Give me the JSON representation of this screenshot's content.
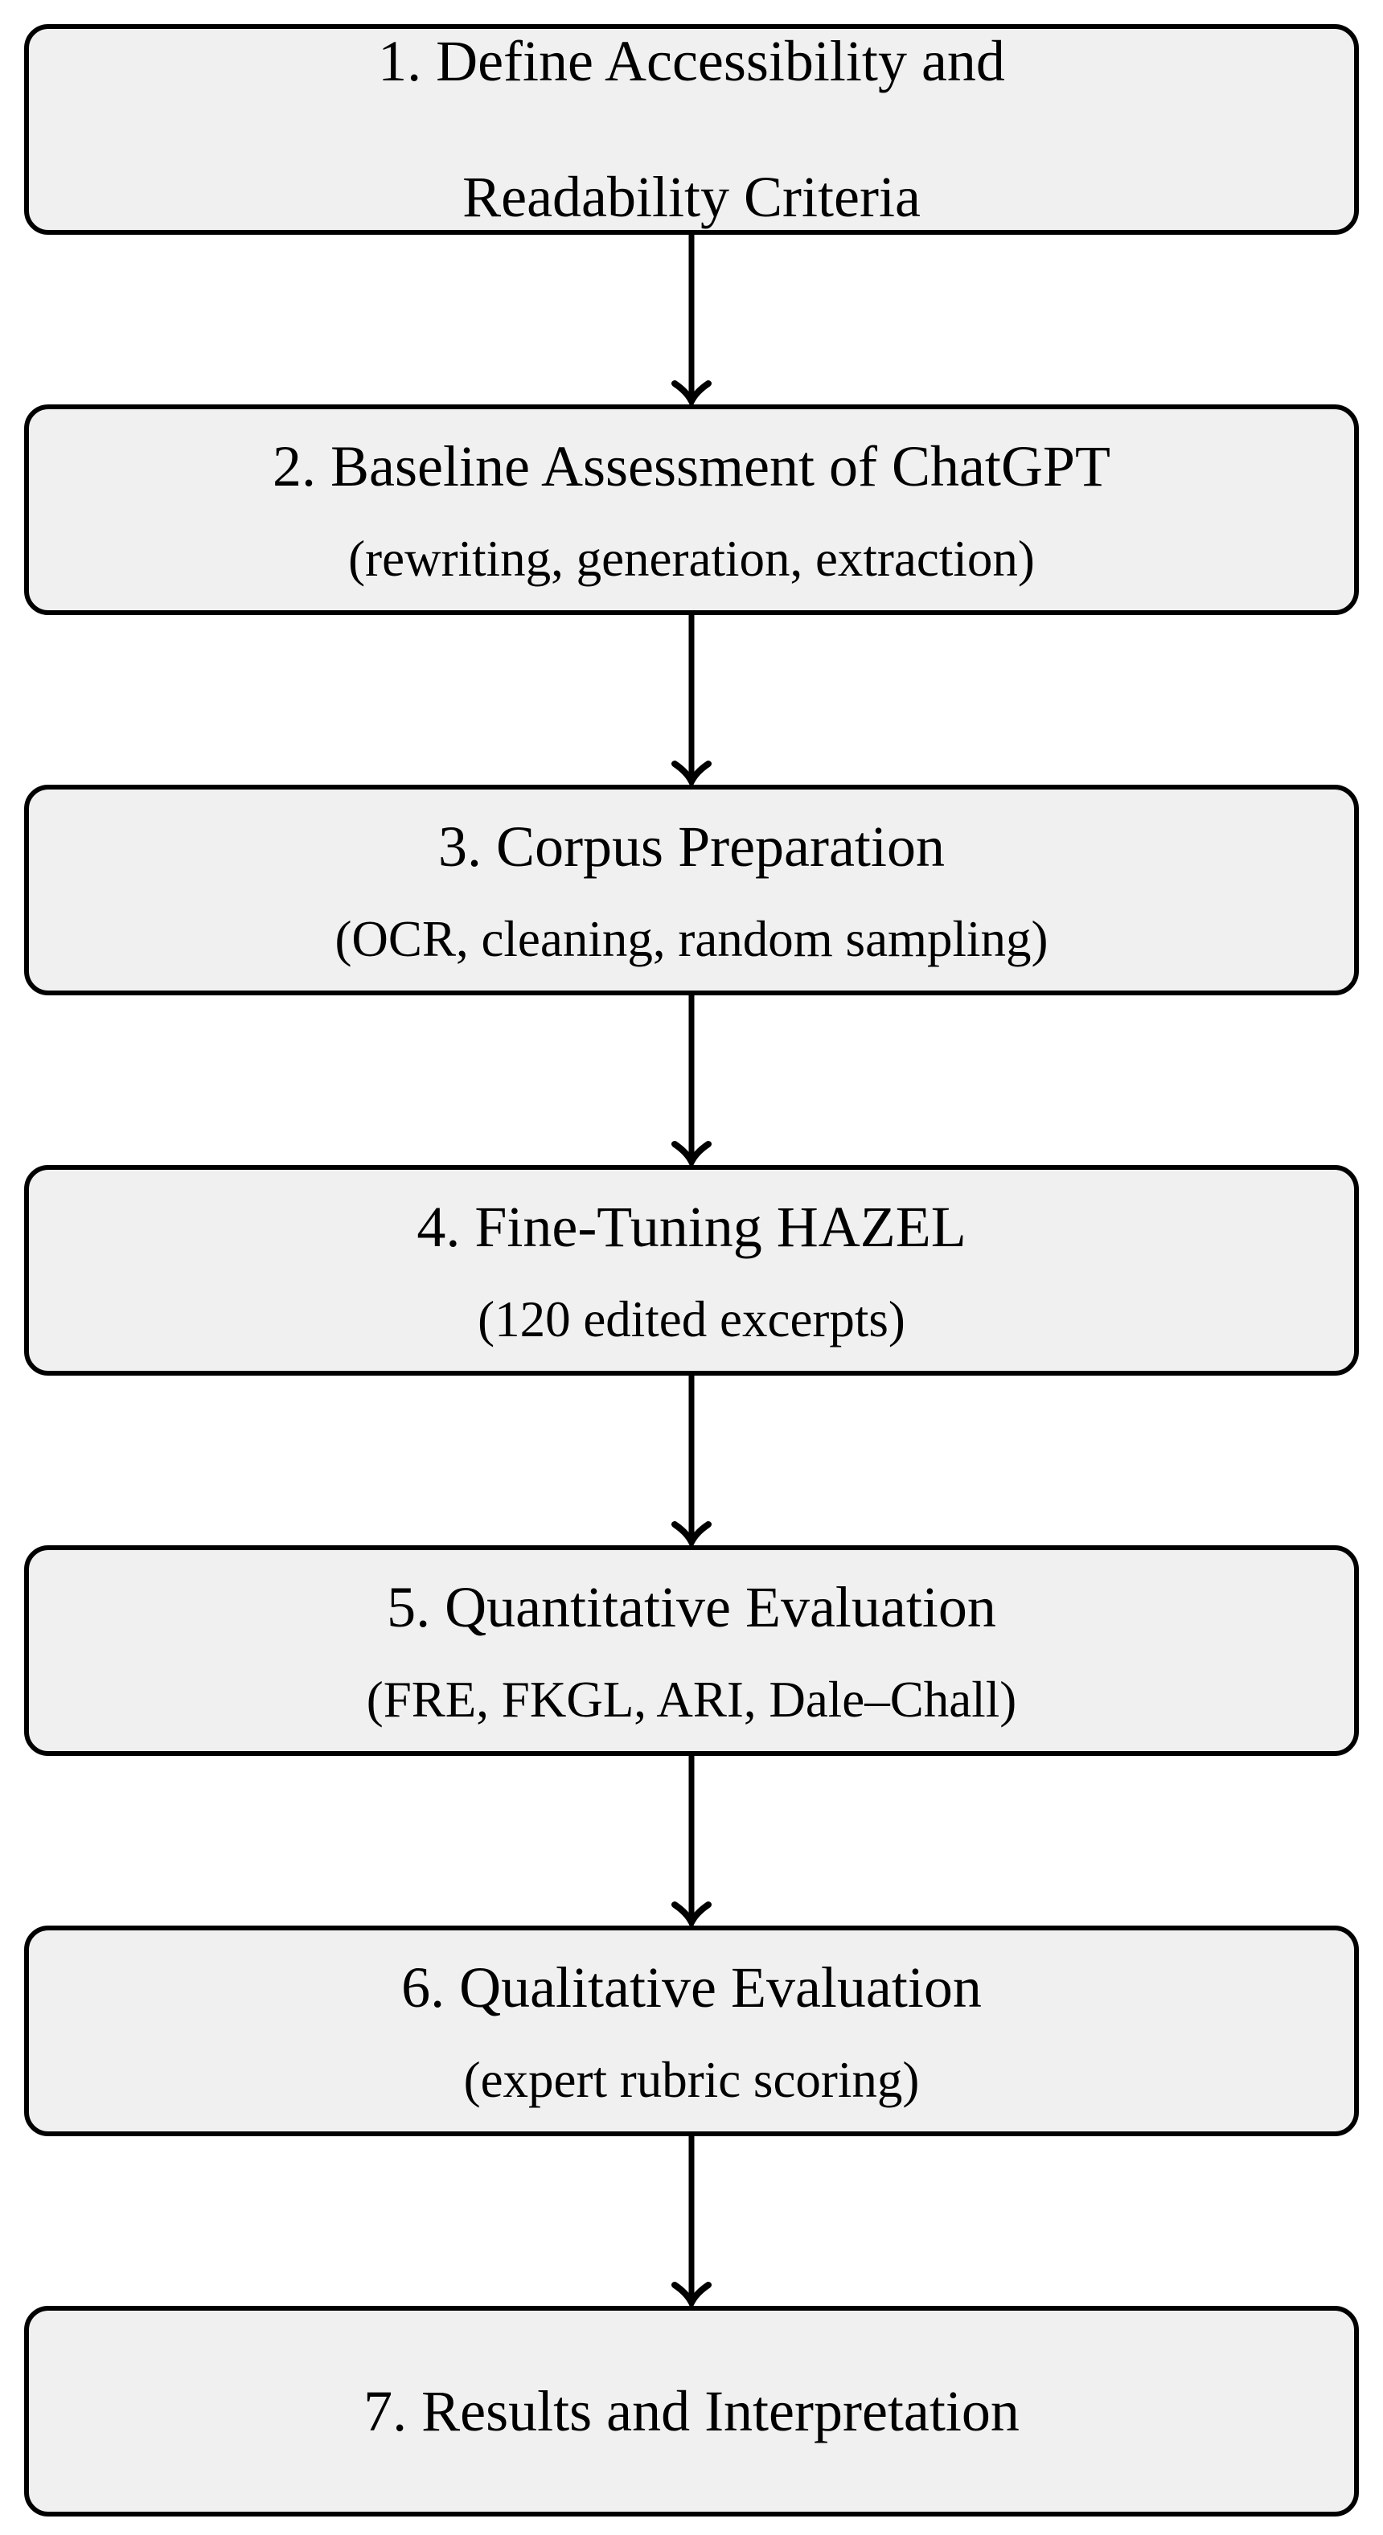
{
  "colors": {
    "background": "#ffffff",
    "box_fill": "#f0f0f0",
    "box_border": "#000000",
    "text": "#000000",
    "arrow": "#000000"
  },
  "diagram": {
    "type": "flowchart",
    "direction": "top-to-bottom",
    "steps": [
      {
        "title_line1": "1. Define Accessibility and",
        "title_line2": "Readability Criteria",
        "subtitle": null
      },
      {
        "title_line1": "2. Baseline Assessment of ChatGPT",
        "subtitle": "(rewriting, generation, extraction)"
      },
      {
        "title_line1": "3. Corpus Preparation",
        "subtitle": "(OCR, cleaning, random sampling)"
      },
      {
        "title_line1": "4. Fine-Tuning HAZEL",
        "subtitle": "(120 edited excerpts)"
      },
      {
        "title_line1": "5. Quantitative Evaluation",
        "subtitle": "(FRE, FKGL, ARI, Dale–Chall)"
      },
      {
        "title_line1": "6. Qualitative Evaluation",
        "subtitle": "(expert rubric scoring)"
      },
      {
        "title_line1": "7. Results and Interpretation",
        "subtitle": null
      }
    ]
  }
}
